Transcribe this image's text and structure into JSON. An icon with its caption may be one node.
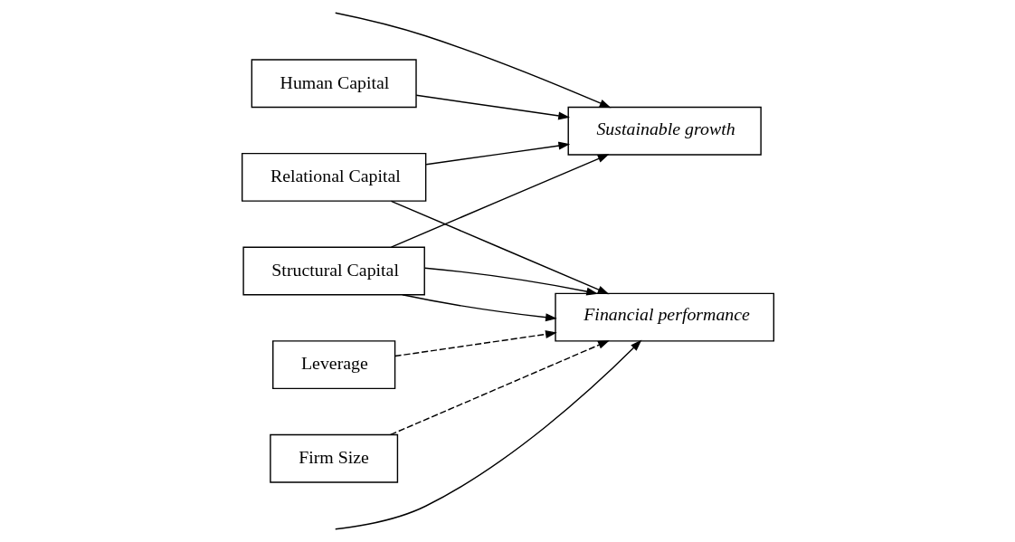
{
  "diagram": {
    "nodes": [
      {
        "text": [
          "Human Capital"
        ]
      },
      {
        "text": [
          "Structural Capital"
        ]
      },
      {
        "text": [
          "Relational Capital"
        ]
      },
      {
        "text": [
          "Sustainable growth"
        ]
      },
      {
        "text": [
          "Financial performance"
        ]
      },
      {
        "text": [
          "Leverage"
        ]
      },
      {
        "text": [
          "Firm Size"
        ]
      }
    ],
    "edges": [
      {
        "from": 0,
        "to": 3,
        "arrow": "to"
      },
      {
        "from": 2,
        "to": 3,
        "arrow": "to"
      },
      {
        "from": null,
        "to": 3,
        "arrow": "to"
      },
      {
        "from": 1,
        "to": 3,
        "arrow": "to"
      },
      {
        "from": 1,
        "to": 4,
        "arrow": "to"
      },
      {
        "from": 2,
        "to": 4,
        "arrow": "to"
      },
      {
        "from": 1,
        "to": 4,
        "arrow": "to"
      },
      {
        "from": null,
        "to": 4,
        "arrow": "to"
      },
      {
        "from": 5,
        "to": 4,
        "arrow": "to",
        "style": "dashed"
      },
      {
        "from": 6,
        "to": 4,
        "arrow": "to",
        "style": "dashed"
      }
    ]
  }
}
